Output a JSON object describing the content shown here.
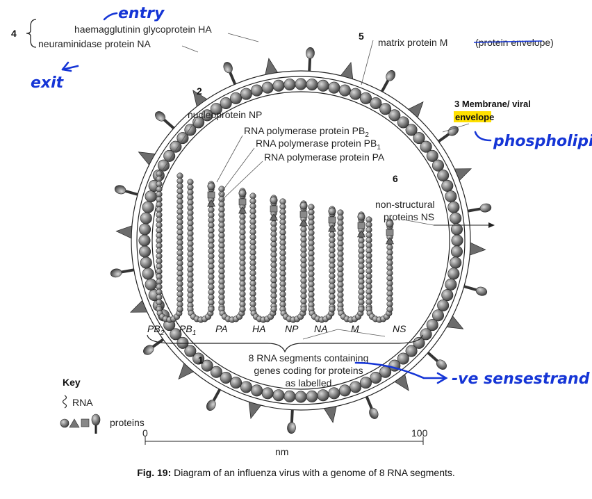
{
  "labels": {
    "four": "4",
    "ha": "haemagglutinin glycoprotein HA",
    "na": "neuraminidase protein NA",
    "five": "5",
    "matrix": "matrix protein M",
    "matrix_struck": "(protein envelope)",
    "two": "2",
    "np": "nucleoprotein NP",
    "pb2": "RNA polymerase protein PB",
    "pb2_sub": "2",
    "pb1": "RNA polymerase protein PB",
    "pb1_sub": "1",
    "pa": "RNA polymerase protein PA",
    "three": "3 Membrane/ viral",
    "envelope": "envelope",
    "six": "6",
    "ns_line1": "non-structural",
    "ns_line2": "proteins NS",
    "one": "1",
    "seg_text1": "8 RNA segments containing",
    "seg_text2": "genes coding for proteins",
    "seg_text3": "as labelled"
  },
  "segments": [
    {
      "name": "PB",
      "sub": "2"
    },
    {
      "name": "PB",
      "sub": "1"
    },
    {
      "name": "PA",
      "sub": ""
    },
    {
      "name": "HA",
      "sub": ""
    },
    {
      "name": "NP",
      "sub": ""
    },
    {
      "name": "NA",
      "sub": ""
    },
    {
      "name": "M",
      "sub": ""
    },
    {
      "name": "NS",
      "sub": ""
    }
  ],
  "key": {
    "title": "Key",
    "rna": "RNA",
    "proteins": "proteins"
  },
  "scale": {
    "start": "0",
    "end": "100",
    "unit": "nm"
  },
  "handwriting": {
    "entry": "entry",
    "exit": "exit",
    "phospholipid": "phospholipid",
    "neg_sense": "-ve sensestrand"
  },
  "caption": {
    "bold": "Fig. 19:",
    "text": " Diagram of an influenza virus with a genome of 8 RNA segments."
  },
  "colors": {
    "ink": "#1535d6",
    "highlight": "#ffe000",
    "bead": "#8a8a8a"
  }
}
